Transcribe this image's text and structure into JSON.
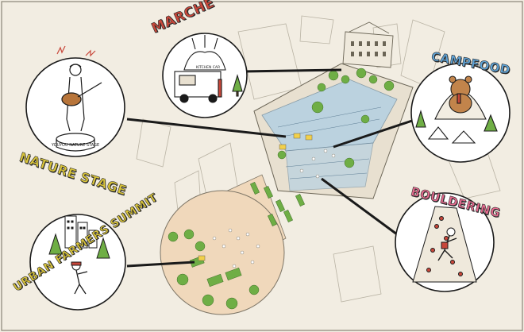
{
  "labels": {
    "marche": "MARCHE",
    "campfood": "CAMPFOOD",
    "nature_stage": "NATURE STAGE",
    "bouldering": "BOULDERING",
    "urban_farmers_summit": "URBAN FARMERS SUMMIT"
  },
  "signs": {
    "stage_sign": "YOUYOU NATURE STAGE",
    "truck_sign": "KITCHEN CAR"
  },
  "colors": {
    "marche": "#c8473a",
    "campfood": "#5fa3d6",
    "nature_stage": "#d9c43a",
    "bouldering": "#e46a8e",
    "urban_farmers_summit": "#d9c43a",
    "greenery": "#6fae45",
    "glass_roof": "#a9cde6",
    "plaza": "#f0d8bb"
  },
  "icons": [
    "guitar-icon",
    "food-truck-icon",
    "bear-icon",
    "climbing-wall-icon",
    "farmer-icon"
  ]
}
